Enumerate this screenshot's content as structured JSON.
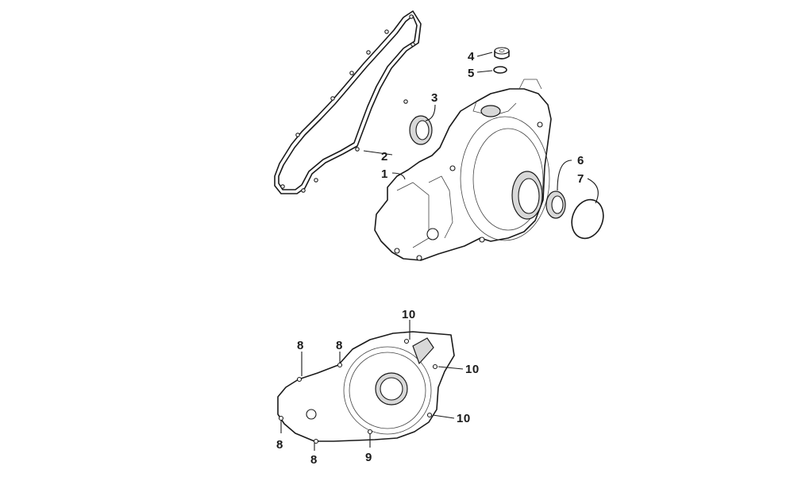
{
  "callouts": {
    "c1": "1",
    "c2": "2",
    "c3": "3",
    "c4": "4",
    "c5": "5",
    "c6": "6",
    "c7": "7",
    "c8a": "8",
    "c8b": "8",
    "c8c": "8",
    "c8d": "8",
    "c9": "9",
    "c10a": "10",
    "c10b": "10",
    "c10c": "10"
  }
}
